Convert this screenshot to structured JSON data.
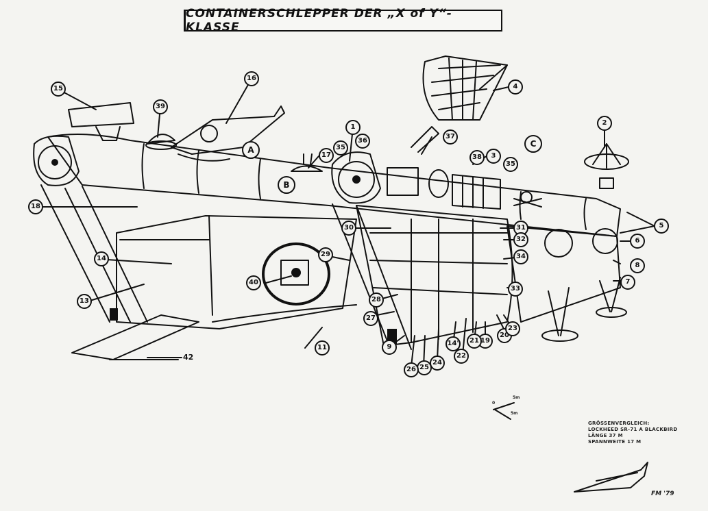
{
  "title": "CONTAINERSCHLEPPER DER „X of Y“-KLASSE",
  "sections": [
    "A",
    "B",
    "C"
  ],
  "callouts": [
    "1",
    "2",
    "3",
    "4",
    "5",
    "6",
    "7",
    "8",
    "9",
    "11",
    "13",
    "14",
    "14'",
    "15",
    "16",
    "17",
    "18",
    "19",
    "20",
    "21",
    "22",
    "23",
    "24",
    "25",
    "26",
    "27",
    "28",
    "29",
    "30",
    "31",
    "32",
    "33",
    "34",
    "35",
    "35",
    "35",
    "36",
    "37",
    "38",
    "39",
    "40"
  ],
  "plain_labels": [
    "42"
  ],
  "comparison_note": {
    "lines": [
      "Größenvergleich:",
      "Lockheed SR-71 A Blackbird",
      "Länge 37 m",
      "Spannweite 17 m"
    ]
  },
  "scale_bar": {
    "origin_label": "0",
    "label_a": "5m",
    "label_b": "5m"
  },
  "signature": "FM '79",
  "colors": {
    "ink": "#111111",
    "paper": "#f4f4f1"
  }
}
